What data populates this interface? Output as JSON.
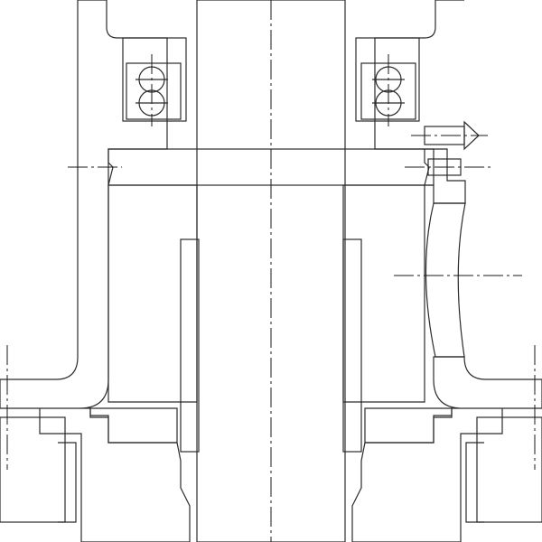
{
  "colors": {
    "background": "#ffffff",
    "housing": "#a6a8ae",
    "housing_light": "#c7c9ce",
    "shaft_dark": "#8e939c",
    "shaft_light": "#e2e5ea",
    "seal": "#27408b",
    "seal_edge": "#17285e",
    "insert": "#e6e2d2",
    "outline": "#2b2b2b",
    "centerline": "#1a1a1a"
  },
  "components": {
    "housing": "housing",
    "shaft": "shaft",
    "bearings": "angular-contact-ball-bearings",
    "seal_sleeve": "seal-sleeve",
    "seal_ring": "seal-ring",
    "grease_nipple": "grease-nipple",
    "lock_screw": "lock-screw",
    "arch_rib": "arch-rib",
    "side_inserts": "side-inserts"
  }
}
